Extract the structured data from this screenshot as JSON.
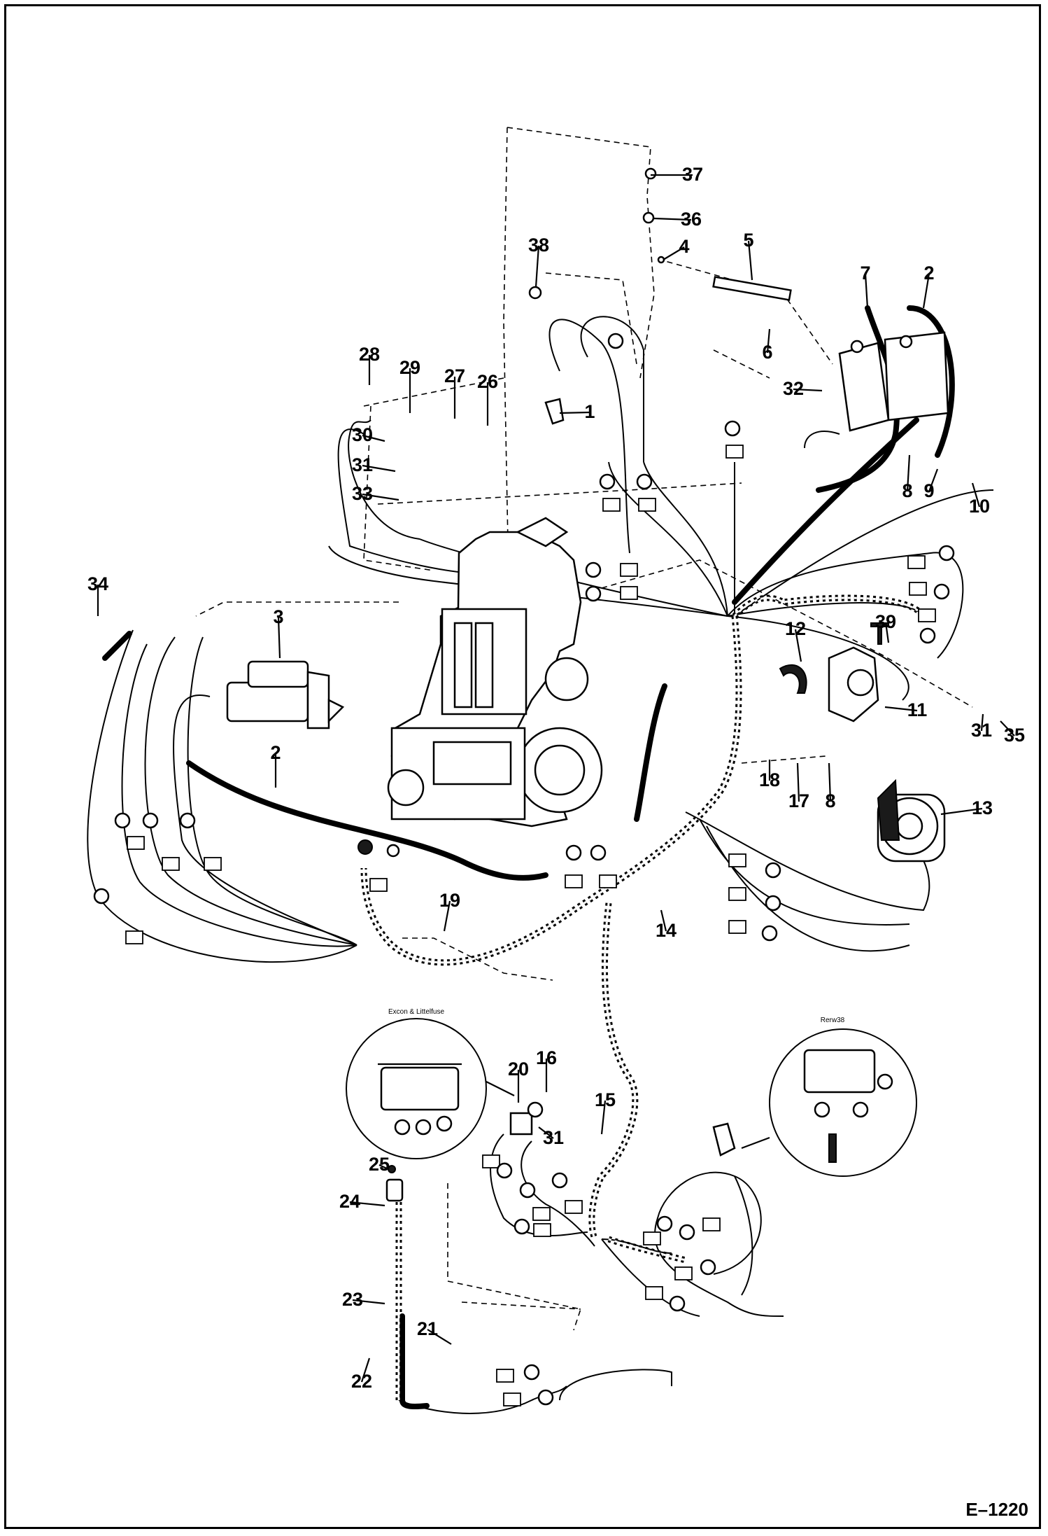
{
  "figure_id": "E–1220",
  "inset_left_title": "Excon & Littelfuse",
  "inset_right_title": "Rerw38",
  "callouts": [
    "37",
    "36",
    "4",
    "5",
    "38",
    "7",
    "2",
    "6",
    "32",
    "1",
    "28",
    "29",
    "27",
    "26",
    "30",
    "31",
    "33",
    "8",
    "9",
    "10",
    "34",
    "3",
    "12",
    "39",
    "11",
    "31",
    "35",
    "2",
    "18",
    "17",
    "8",
    "13",
    "14",
    "19",
    "20",
    "16",
    "31",
    "15",
    "25",
    "24",
    "23",
    "21",
    "22"
  ]
}
